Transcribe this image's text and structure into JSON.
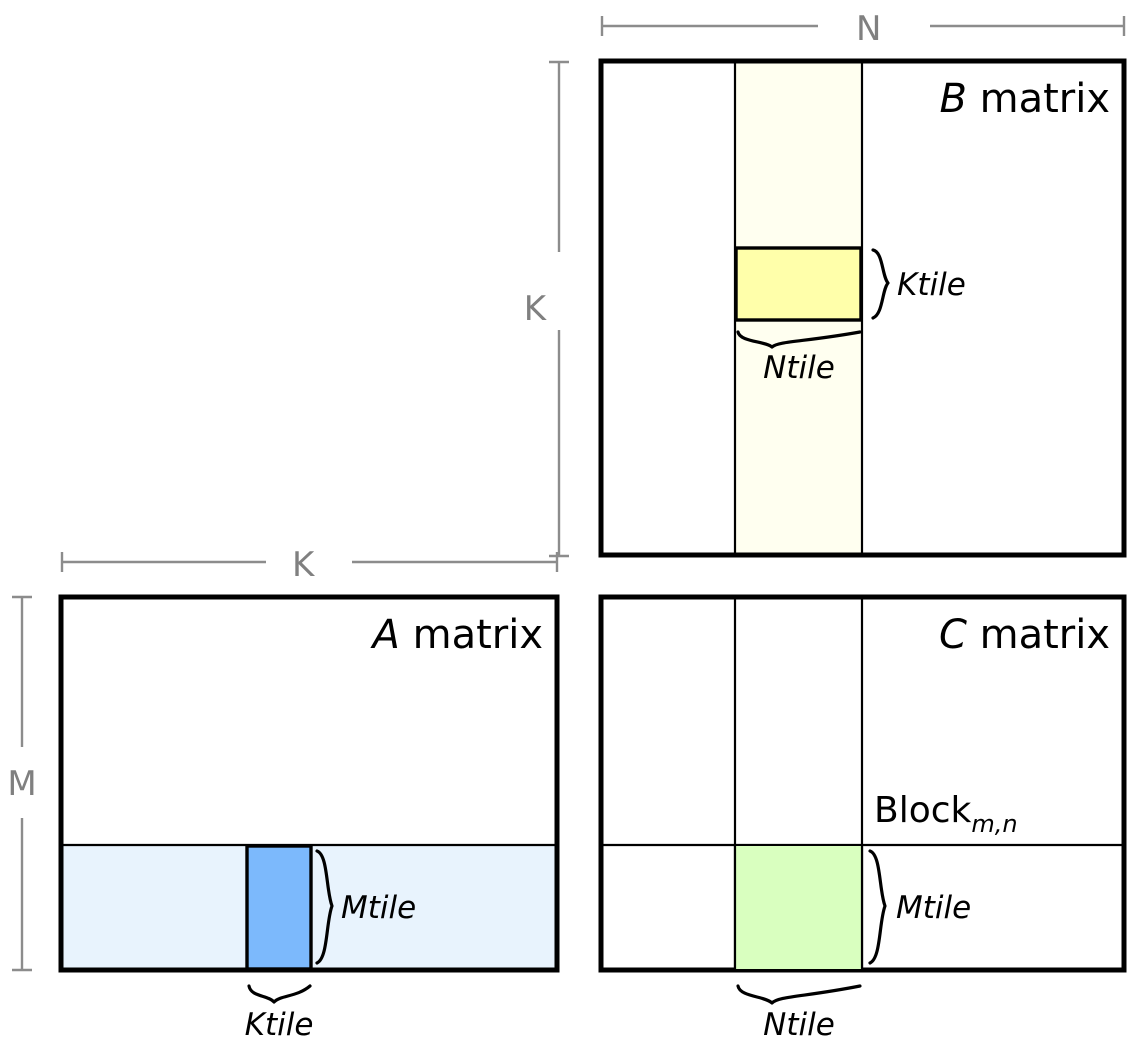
{
  "figure": {
    "title": "Tiled matrix multiplication blocking diagram",
    "background": "#ffffff"
  },
  "colors": {
    "outline": "#000000",
    "dimension_line": "#8c8c8c",
    "dimension_label": "#808080",
    "b_column_band": "#fffff0",
    "b_tile": "#ffffaa",
    "a_row_band": "#e8f3fd",
    "a_tile": "#7cb9fc",
    "c_tile": "#d9ffbf",
    "c_band": "#ffffff"
  },
  "dimensions": {
    "n": {
      "label": "N",
      "orientation": "horizontal",
      "for": "B matrix width"
    },
    "k_vertical": {
      "label": "K",
      "orientation": "vertical",
      "for": "B matrix height"
    },
    "k_horizontal": {
      "label": "K",
      "orientation": "horizontal",
      "for": "A matrix width"
    },
    "m": {
      "label": "M",
      "orientation": "vertical",
      "for": "A matrix height"
    }
  },
  "matrices": {
    "b": {
      "title_italic": "B",
      "title_rest": " matrix",
      "tile_brace_right": "Ktile",
      "tile_brace_below": "Ntile"
    },
    "a": {
      "title_italic": "A",
      "title_rest": " matrix",
      "tile_brace_right": "Mtile",
      "tile_brace_below": "Ktile"
    },
    "c": {
      "title_italic": "C",
      "title_rest": " matrix",
      "block_label": "Block",
      "block_subscript": "m,n",
      "tile_brace_right": "Mtile",
      "tile_brace_below": "Ntile"
    }
  }
}
